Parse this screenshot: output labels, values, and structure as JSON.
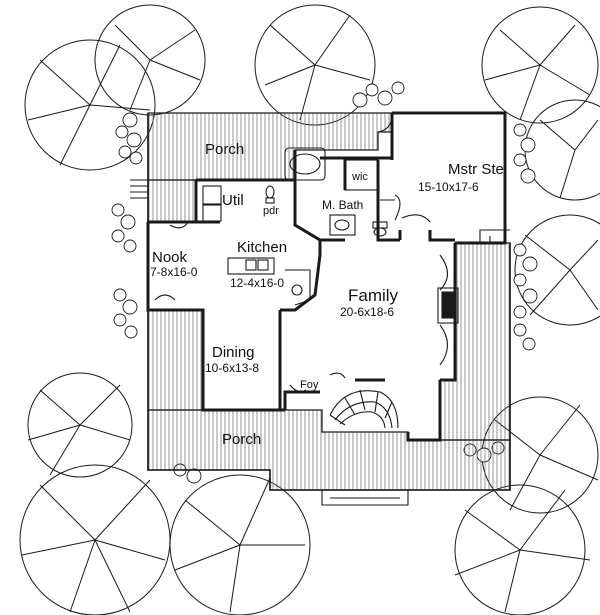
{
  "rooms": {
    "porch_top": {
      "name": "Porch"
    },
    "porch_bottom": {
      "name": "Porch"
    },
    "mstr_ste": {
      "name": "Mstr Ste",
      "dim": "15-10x17-6"
    },
    "wic": {
      "name": "wic"
    },
    "m_bath": {
      "name": "M. Bath"
    },
    "util": {
      "name": "Util"
    },
    "pdr": {
      "name": "pdr"
    },
    "kitchen": {
      "name": "Kitchen",
      "dim": "12-4x16-0"
    },
    "nook": {
      "name": "Nook",
      "dim": "7-8x16-0"
    },
    "family": {
      "name": "Family",
      "dim": "20-6x18-6"
    },
    "dining": {
      "name": "Dining",
      "dim": "10-6x13-8"
    },
    "foy": {
      "name": "Foy"
    }
  },
  "colors": {
    "line": "#1a1a1a",
    "hatch": "#555555",
    "paper": "#ffffff"
  }
}
